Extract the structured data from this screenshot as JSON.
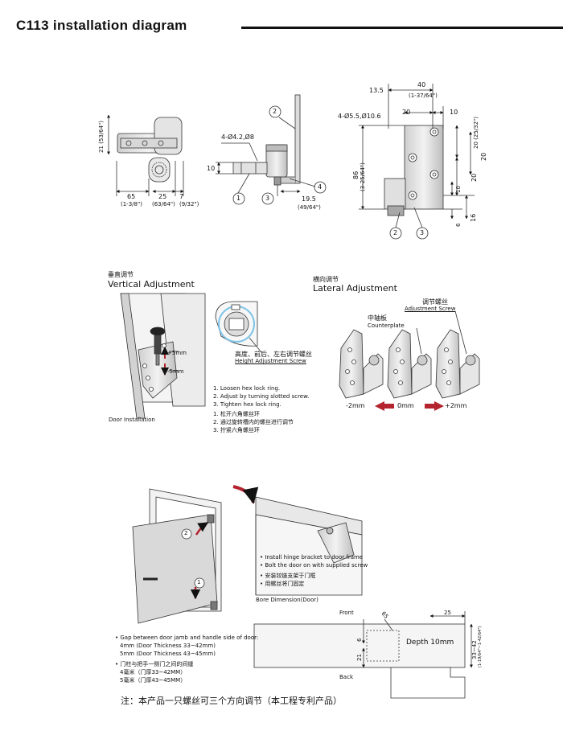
{
  "title": "C113 installation diagram",
  "colors": {
    "ink": "#111111",
    "metal": "#e6e6e6",
    "metal_dark": "#9a9a9a",
    "arrow_red": "#b3242e",
    "screw_blue": "#7fc4e6"
  },
  "top": {
    "left_view": {
      "h_total": "21 (53/64\")",
      "w1": "65",
      "w1_in": "(1-3/8\")",
      "w2": "25",
      "w2_in": "(63/64\")",
      "w3": "7",
      "w3_in": "(9/32\")"
    },
    "mid_view": {
      "callout2": "2",
      "holes": "4-Ø4.2,Ø8",
      "h10": "10",
      "callout1": "1",
      "callout3": "3",
      "callout4": "4",
      "d195": "19.5",
      "d195_in": "(49/64\")"
    },
    "right_view": {
      "d135": "13.5",
      "d40": "40",
      "d40_in": "(1-37/64\")",
      "holes": "4-Ø5.5,Ø10.6",
      "d20a": "20",
      "d10a": "10",
      "h20a": "20 (25/32\")",
      "h20b": "20",
      "h20c": "20",
      "h86": "86",
      "h86_in": "(3-25/64\")",
      "h10b": "10",
      "h6": "6",
      "h16": "16",
      "callout2": "2",
      "callout3": "3"
    }
  },
  "vertical": {
    "zh": "垂直调节",
    "en": "Vertical Adjustment",
    "plus": "+5mm",
    "minus": "-5mm",
    "caption": "Door Installation"
  },
  "height_screw": {
    "zh": "高度、前后、左右调节螺丝",
    "en": "Height Adjustment Screw"
  },
  "steps_en": [
    "1. Loosen hex lock ring.",
    "2. Adjust by turning slotted screw.",
    "3. Tighten hex lock ring."
  ],
  "steps_zh": [
    "1. 松开六角螺丝环",
    "2. 通过旋转槽内的螺丝进行调节",
    "3. 拧紧六角螺丝环"
  ],
  "lateral": {
    "zh": "横向调节",
    "en": "Lateral Adjustment",
    "screw_zh": "调节螺丝",
    "screw_en": "Adjustment Screw",
    "plate_zh": "中轴板",
    "plate_en": "Counterplate",
    "m2": "-2mm",
    "zero": "0mm",
    "p2": "+2mm"
  },
  "install": {
    "c1": "1",
    "c2": "2",
    "note1": "• Install hinge bracket to door frame",
    "note2": "• Bolt the door on with supplied screw",
    "note3": "• 安装铰链支架于门框",
    "note4": "• 用螺丝将门固定"
  },
  "gap": {
    "line1": "• Gap between door jamb and handle side of door:",
    "line2": "4mm (Door Thickness 33~42mm)",
    "line3": "5mm (Door Thickness 43~45mm)",
    "line4": "• 门柱与把手一侧门之间的间缝",
    "line5": "4毫米（门厚33~42MM）",
    "line6": "5毫米（门厚43~45MM）"
  },
  "bore": {
    "caption": "Bore Dimension(Door)",
    "front": "Front",
    "back": "Back",
    "d25": "25",
    "d6": "6",
    "d21": "21",
    "d65": "65",
    "depth": "Depth 10mm",
    "side": "33~42",
    "side_in": "(1-19/64\"~1-42/64\")"
  },
  "footnote": "注：本产品一只螺丝可三个方向调节（本工程专利产品）"
}
